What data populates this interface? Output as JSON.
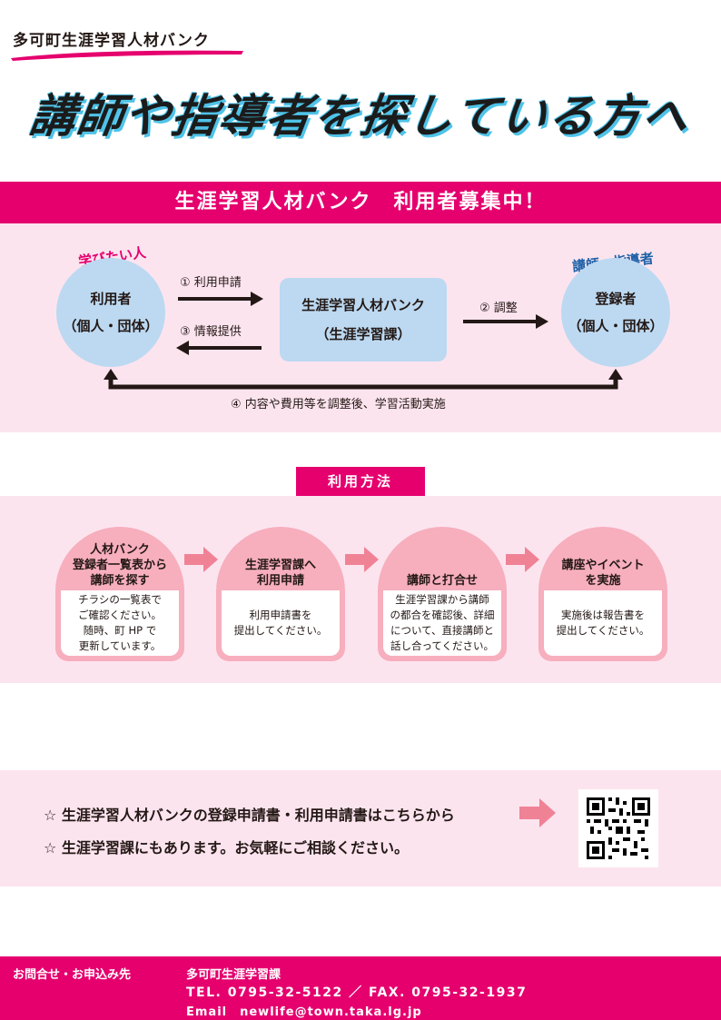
{
  "header": {
    "bank_name": "多可町生涯学習人材バンク",
    "main_title": "講師や指導者を探している方へ"
  },
  "recruit": {
    "band_title": "生涯学習人材バンク　利用者募集中！",
    "left_tag": "学びたい人",
    "left_circle": {
      "line1": "利用者",
      "line2": "（個人・団体）"
    },
    "center_box": {
      "line1": "生涯学習人材バンク",
      "line2": "（生涯学習課）"
    },
    "right_tag": "講師・指導者",
    "right_circle": {
      "line1": "登録者",
      "line2": "（個人・団体）"
    },
    "flow": {
      "step1": "① 利用申請",
      "step2": "② 調整",
      "step3": "③ 情報提供",
      "step4": "④ 内容や費用等を調整後、学習活動実施"
    }
  },
  "method": {
    "label": "利用方法",
    "steps": [
      {
        "title": "人材バンク\n登録者一覧表から\n講師を探す",
        "body": "チラシの一覧表で\nご確認ください。\n随時、町 HP で\n更新しています。"
      },
      {
        "title": "生涯学習課へ\n利用申請",
        "body": "利用申請書を\n提出してください。"
      },
      {
        "title": "講師と打合せ",
        "body": "生涯学習課から講師\nの都合を確認後、詳細\nについて、直接講師と\n話し合ってください。"
      },
      {
        "title": "講座やイベント\nを実施",
        "body": "実施後は報告書を\n提出してください。"
      }
    ]
  },
  "notice": {
    "line1": "☆ 生涯学習人材バンクの登録申請書・利用申請書はこちらから",
    "line2": "☆ 生涯学習課にもあります。お気軽にご相談ください。"
  },
  "footer": {
    "label": "お問合せ・お申込み先",
    "dept": "多可町生涯学習課",
    "tel": "TEL. 0795-32-5122 ／ FAX. 0795-32-1937",
    "email": "Email　newlife@town.taka.lg.jp"
  },
  "colors": {
    "accent": "#e5006e",
    "light_pink": "#fce4ef",
    "step_pink": "#f7aebd",
    "light_blue": "#bcd9f1",
    "arrow_pink": "#f08296"
  }
}
